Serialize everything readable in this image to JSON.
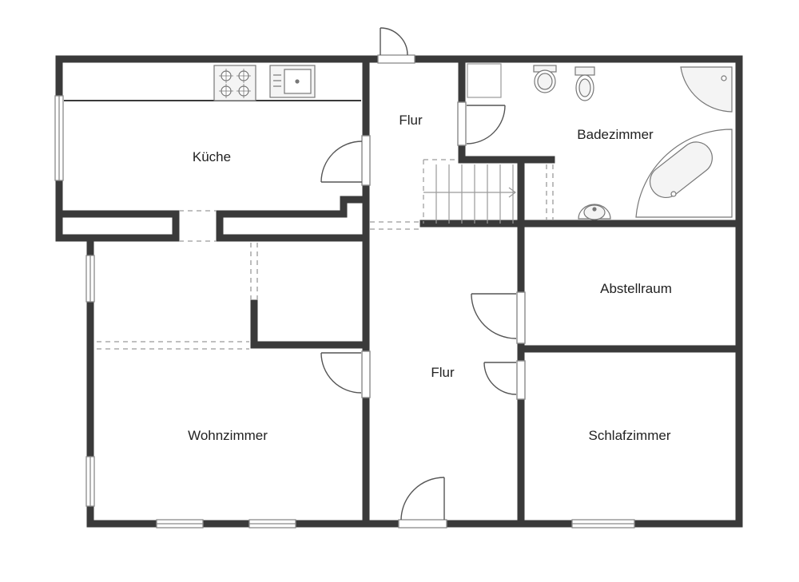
{
  "rooms": {
    "kueche": "Küche",
    "flur_oben": "Flur",
    "badezimmer": "Badezimmer",
    "abstellraum": "Abstellraum",
    "flur_unten": "Flur",
    "wohnzimmer": "Wohnzimmer",
    "schlafzimmer": "Schlafzimmer"
  },
  "colors": {
    "wall": "#3a3a3a",
    "fixture_stroke": "#9a9a9a",
    "fixture_fill": "#f2f2f2",
    "window_fill": "#ffffff",
    "label": "#222222"
  },
  "icons": {
    "stove": "stove-icon",
    "sink": "kitchen-sink-icon",
    "toilet": "toilet-icon",
    "bidet": "bidet-icon",
    "shower": "corner-shower-icon",
    "bathtub": "bathtub-icon",
    "washbasin": "washbasin-icon",
    "stairs": "stairs-icon"
  }
}
